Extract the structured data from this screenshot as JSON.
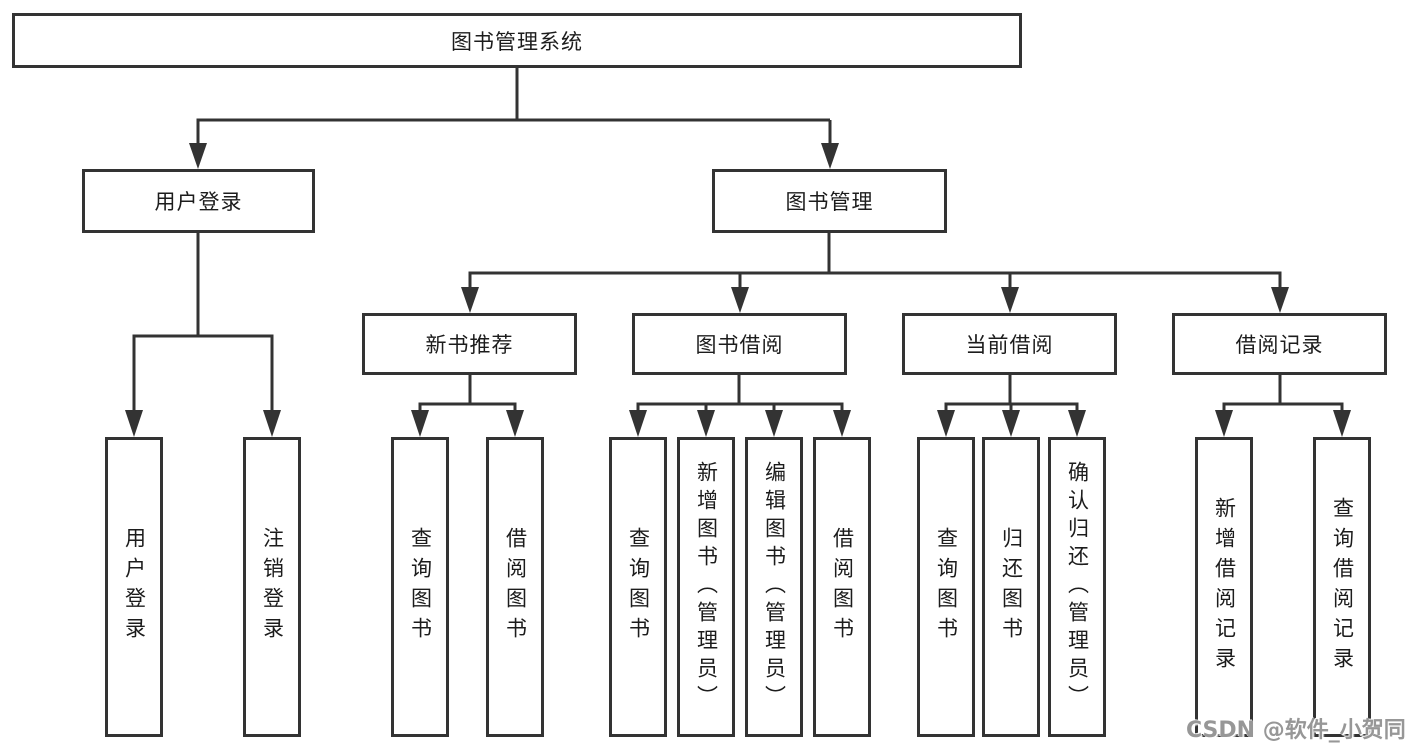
{
  "diagram": {
    "title": "图书管理系统",
    "level2": [
      {
        "label": "用户登录"
      },
      {
        "label": "图书管理"
      }
    ],
    "level3": [
      {
        "label": "新书推荐"
      },
      {
        "label": "图书借阅"
      },
      {
        "label": "当前借阅"
      },
      {
        "label": "借阅记录"
      }
    ],
    "leaves": {
      "user_login": [
        {
          "label": "用户登录"
        },
        {
          "label": "注销登录"
        }
      ],
      "new_book": [
        {
          "label": "查询图书"
        },
        {
          "label": "借阅图书"
        }
      ],
      "book_borrow": [
        {
          "label": "查询图书"
        },
        {
          "label": "新增图书（管理员）"
        },
        {
          "label": "编辑图书（管理员）"
        },
        {
          "label": "借阅图书"
        }
      ],
      "current_borrow": [
        {
          "label": "查询图书"
        },
        {
          "label": "归还图书"
        },
        {
          "label": "确认归还（管理员）"
        }
      ],
      "borrow_record": [
        {
          "label": "新增借阅记录"
        },
        {
          "label": "查询借阅记录"
        }
      ]
    }
  },
  "watermark": {
    "text": "CSDN @软件_小贺同学"
  },
  "colors": {
    "line": "#333333",
    "text": "#1c1c1c",
    "background": "#ffffff",
    "watermark": "#979797"
  }
}
